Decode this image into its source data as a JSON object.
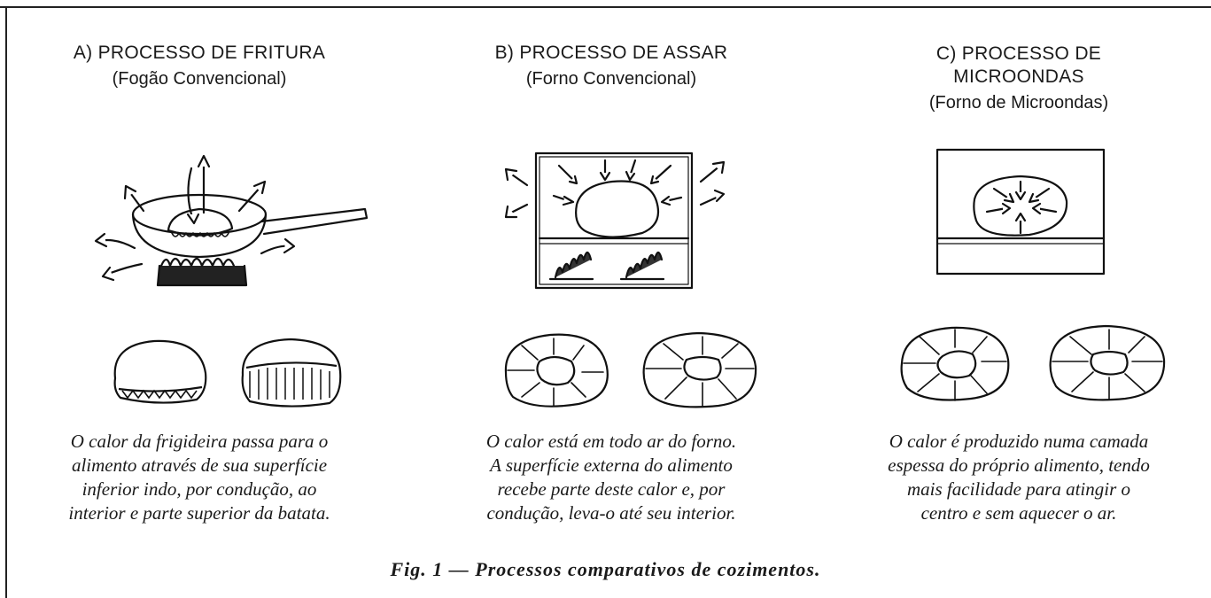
{
  "panels": [
    {
      "title": "A) PROCESSO DE FRITURA",
      "subtitle": "(Fogão Convencional)",
      "caption": [
        "O calor da frigideira passa para o",
        "alimento através de sua superfície",
        "inferior indo, por condução, ao",
        "interior e parte superior da batata."
      ]
    },
    {
      "title": "B) PROCESSO DE ASSAR",
      "subtitle": "(Forno Convencional)",
      "caption": [
        "O calor está em todo ar do forno.",
        "A superfície externa do alimento",
        "recebe parte deste calor e, por",
        "condução, leva-o até seu interior."
      ]
    },
    {
      "title_lines": [
        "C) PROCESSO DE",
        "MICROONDAS"
      ],
      "subtitle": "(Forno de Microondas)",
      "caption": [
        "O calor é produzido numa camada",
        "espessa do próprio alimento, tendo",
        "mais facilidade para atingir o",
        "centro e sem aquecer o ar."
      ]
    }
  ],
  "figure_caption": "Fig. 1 — Processos comparativos de cozimentos."
}
